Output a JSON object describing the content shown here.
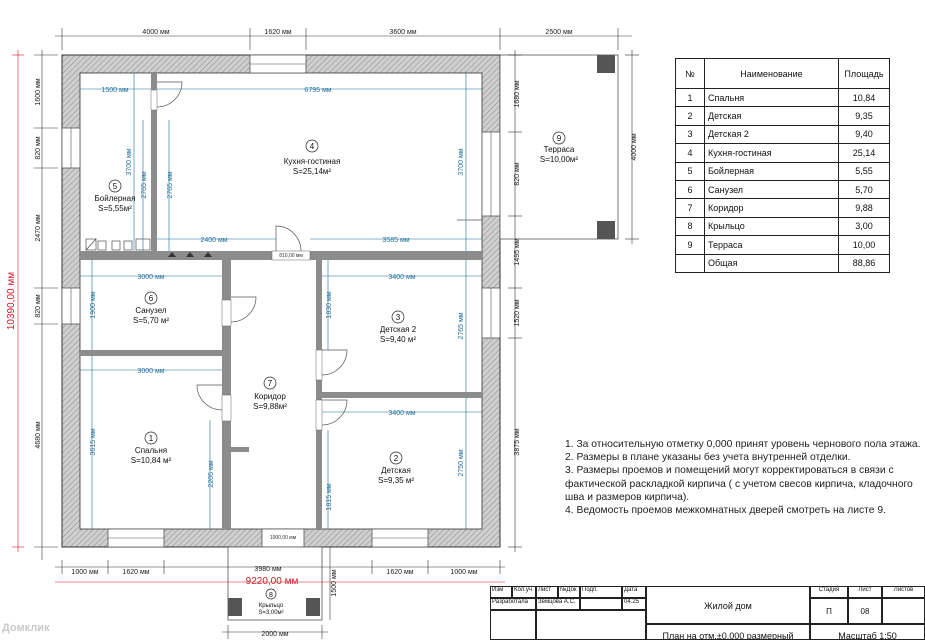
{
  "plan": {
    "total_width": "9220,00 мм",
    "total_height": "10390,00 мм",
    "top_dims": [
      "4000 мм",
      "1620 мм",
      "3600 мм",
      "2500 мм"
    ],
    "bottom_dims": [
      "1000 мм",
      "1620 мм",
      "3980 мм",
      "1620 мм",
      "1000 мм"
    ],
    "porch_width": "2000 мм",
    "porch_side": "1500 мм",
    "left_dims": [
      "1600 мм",
      "820 мм",
      "2470 мм",
      "820 мм",
      "4680 мм"
    ],
    "right_dims": [
      "1680 мм",
      "820 мм",
      "1495 мм",
      "1520 мм",
      "3875 мм"
    ],
    "terrace_height": "4000 мм",
    "inner_dims": {
      "d1500": "1500 мм",
      "d6795": "6795 мм",
      "d3700a": "3700 мм",
      "d2765a": "2765 мм",
      "d2765b": "2765 мм",
      "d3700b": "3700 мм",
      "d2400": "2400 мм",
      "d3585": "3585 мм",
      "d3000a": "3000 мм",
      "d3400a": "3400 мм",
      "d1900": "1900 мм",
      "d1830": "1830 мм",
      "d2765c": "2765 мм",
      "d3000b": "3000 мм",
      "d3400b": "3400 мм",
      "d3615": "3615 мм",
      "d2205": "2205 мм",
      "d1815": "1815 мм",
      "d2750": "2750 мм"
    },
    "opening_labels": [
      "810,00 мм",
      "1000,00 мм"
    ],
    "rooms": [
      {
        "num": "1",
        "name": "Спальня",
        "area": "S=10,84 м²"
      },
      {
        "num": "2",
        "name": "Детская",
        "area": "S=9,35 м²"
      },
      {
        "num": "3",
        "name": "Детская 2",
        "area": "S=9,40 м²"
      },
      {
        "num": "4",
        "name": "Кухня-гостиная",
        "area": "S=25,14м²"
      },
      {
        "num": "5",
        "name": "Бойлерная",
        "area": "S=5,55м²"
      },
      {
        "num": "6",
        "name": "Санузел",
        "area": "S=5,70 м²"
      },
      {
        "num": "7",
        "name": "Коридор",
        "area": "S=9,88м²"
      },
      {
        "num": "8",
        "name": "Крыльцо",
        "area": "S=3,00м²"
      },
      {
        "num": "9",
        "name": "Терраса",
        "area": "S=10,00м²"
      }
    ]
  },
  "table": {
    "headers": [
      "№",
      "Наименование",
      "Площадь"
    ],
    "rows": [
      {
        "no": "1",
        "name": "Спальня",
        "area": "10,84"
      },
      {
        "no": "2",
        "name": "Детская",
        "area": "9,35"
      },
      {
        "no": "3",
        "name": "Детская 2",
        "area": "9,40"
      },
      {
        "no": "4",
        "name": "Кухня-гостиная",
        "area": "25,14"
      },
      {
        "no": "5",
        "name": "Бойлерная",
        "area": "5,55"
      },
      {
        "no": "6",
        "name": "Санузел",
        "area": "5,70"
      },
      {
        "no": "7",
        "name": "Коридор",
        "area": "9,88"
      },
      {
        "no": "8",
        "name": "Крыльцо",
        "area": "3,00"
      },
      {
        "no": "9",
        "name": "Терраса",
        "area": "10,00"
      }
    ],
    "total_label": "Общая",
    "total_area": "88,86"
  },
  "notes": [
    "1. За относительную отметку 0,000 принят уровень чернового пола этажа.",
    "2. Размеры в плане указаны без учета внутренней отделки.",
    "3. Размеры проемов и помещений могут корректироваться в связи с фактической раскладкой кирпича ( с учетом свесов кирпича, кладочного шва и размеров кирпича).",
    "4. Ведомость проемов межкомнатных дверей смотреть на листе 9."
  ],
  "stamp": {
    "izm": "Изм",
    "kol": "Кол.уч",
    "list": "Лист",
    "ndok": "№Док",
    "podp": "Подп.",
    "data": "Дата",
    "razrab": "Разработала",
    "author": "Земцова А.С.",
    "date": "04.25",
    "title": "Жилой дом",
    "stadiya": "Стадия",
    "list2": "Лист",
    "listov": "Листов",
    "stage_value": "П",
    "sheet_value": "08",
    "subtitle": "План на отм.±0,000 размерный",
    "scale": "Масштаб 1:50"
  },
  "watermark": "Домклик"
}
